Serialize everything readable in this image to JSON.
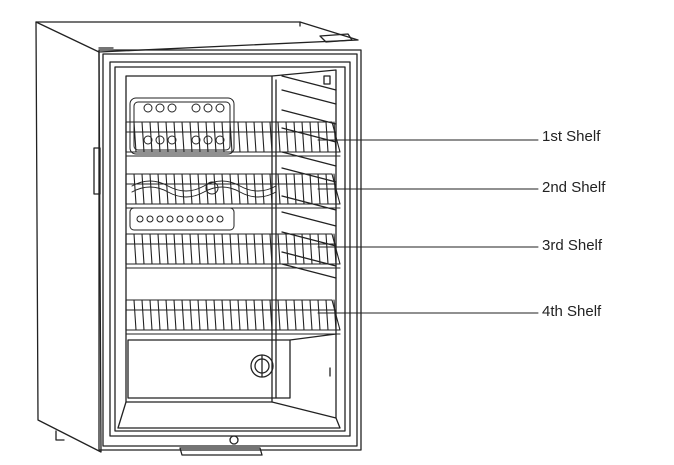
{
  "diagram": {
    "shelves": [
      {
        "label": "1st Shelf"
      },
      {
        "label": "2nd Shelf"
      },
      {
        "label": "3rd Shelf"
      },
      {
        "label": "4th Shelf"
      }
    ],
    "colors": {
      "line": "#222222",
      "background": "#ffffff"
    }
  }
}
